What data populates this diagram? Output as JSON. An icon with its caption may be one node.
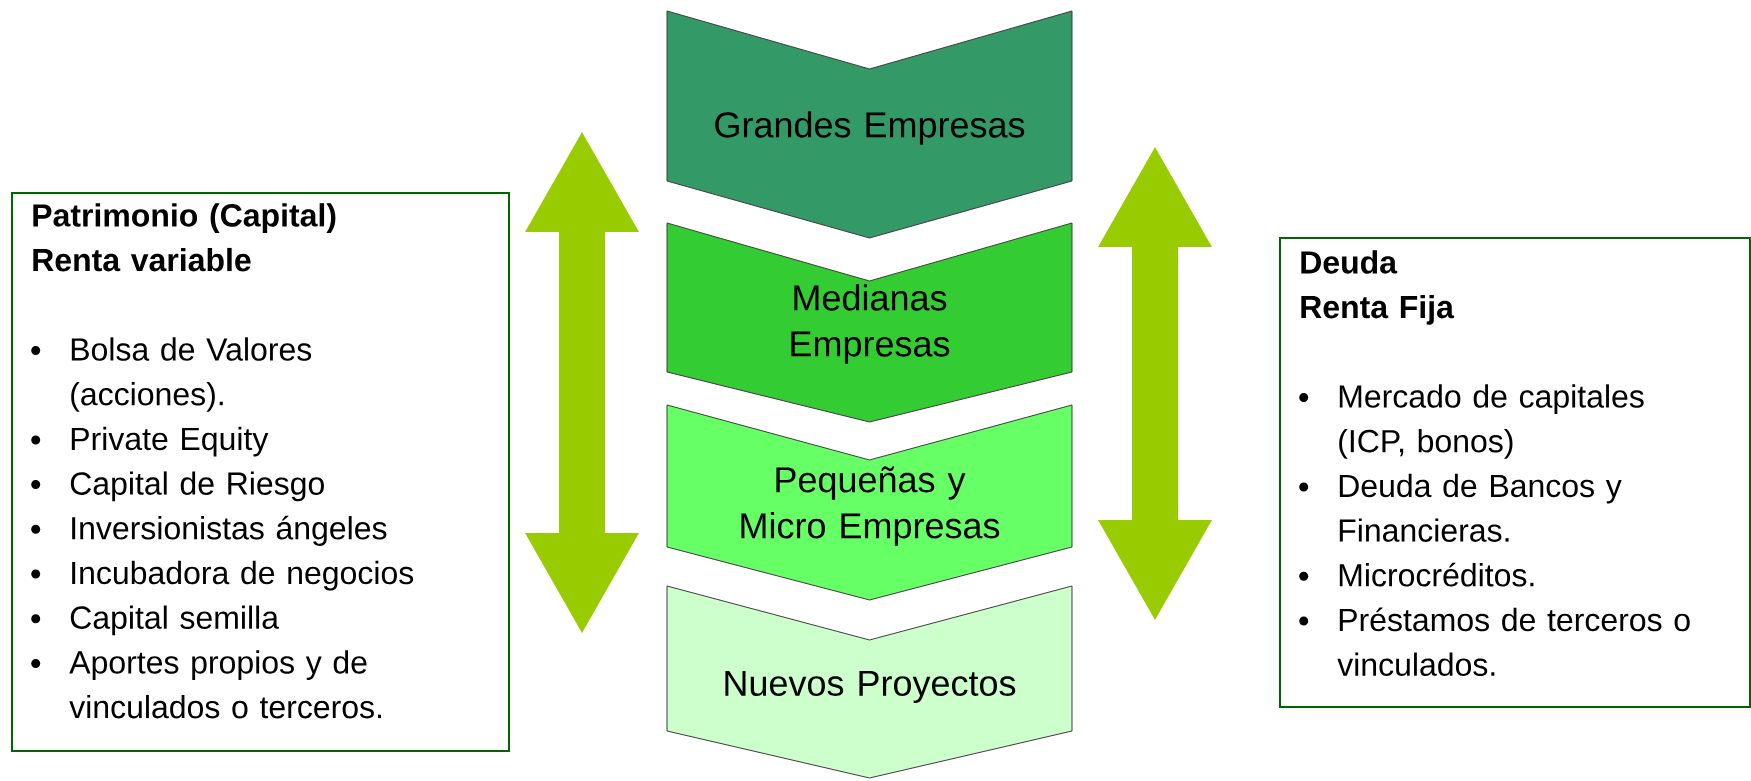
{
  "diagram": {
    "nodes": [
      {
        "text": [
          "Patrimonio (Capital)",
          "Renta variable",
          "Bolsa de Valores (acciones).",
          "Private Equity",
          "Capital de Riesgo",
          "Inversionistas ángeles",
          "Incubadora de negocios",
          "Capital semilla",
          "Aportes propios y de vinculados o terceros."
        ]
      },
      {
        "text": [
          "Grandes Empresas"
        ]
      },
      {
        "text": [
          "Medianas Empresas"
        ]
      },
      {
        "text": [
          "Pequeñas y Micro Empresas"
        ]
      },
      {
        "text": [
          "Nuevos Proyectos"
        ]
      },
      {
        "text": [
          "Deuda",
          "Renta Fija",
          "Mercado de capitales (ICP, bonos)",
          "Deuda de Bancos y Financieras.",
          "Microcréditos.",
          "Préstamos de terceros o vinculados."
        ]
      }
    ]
  }
}
